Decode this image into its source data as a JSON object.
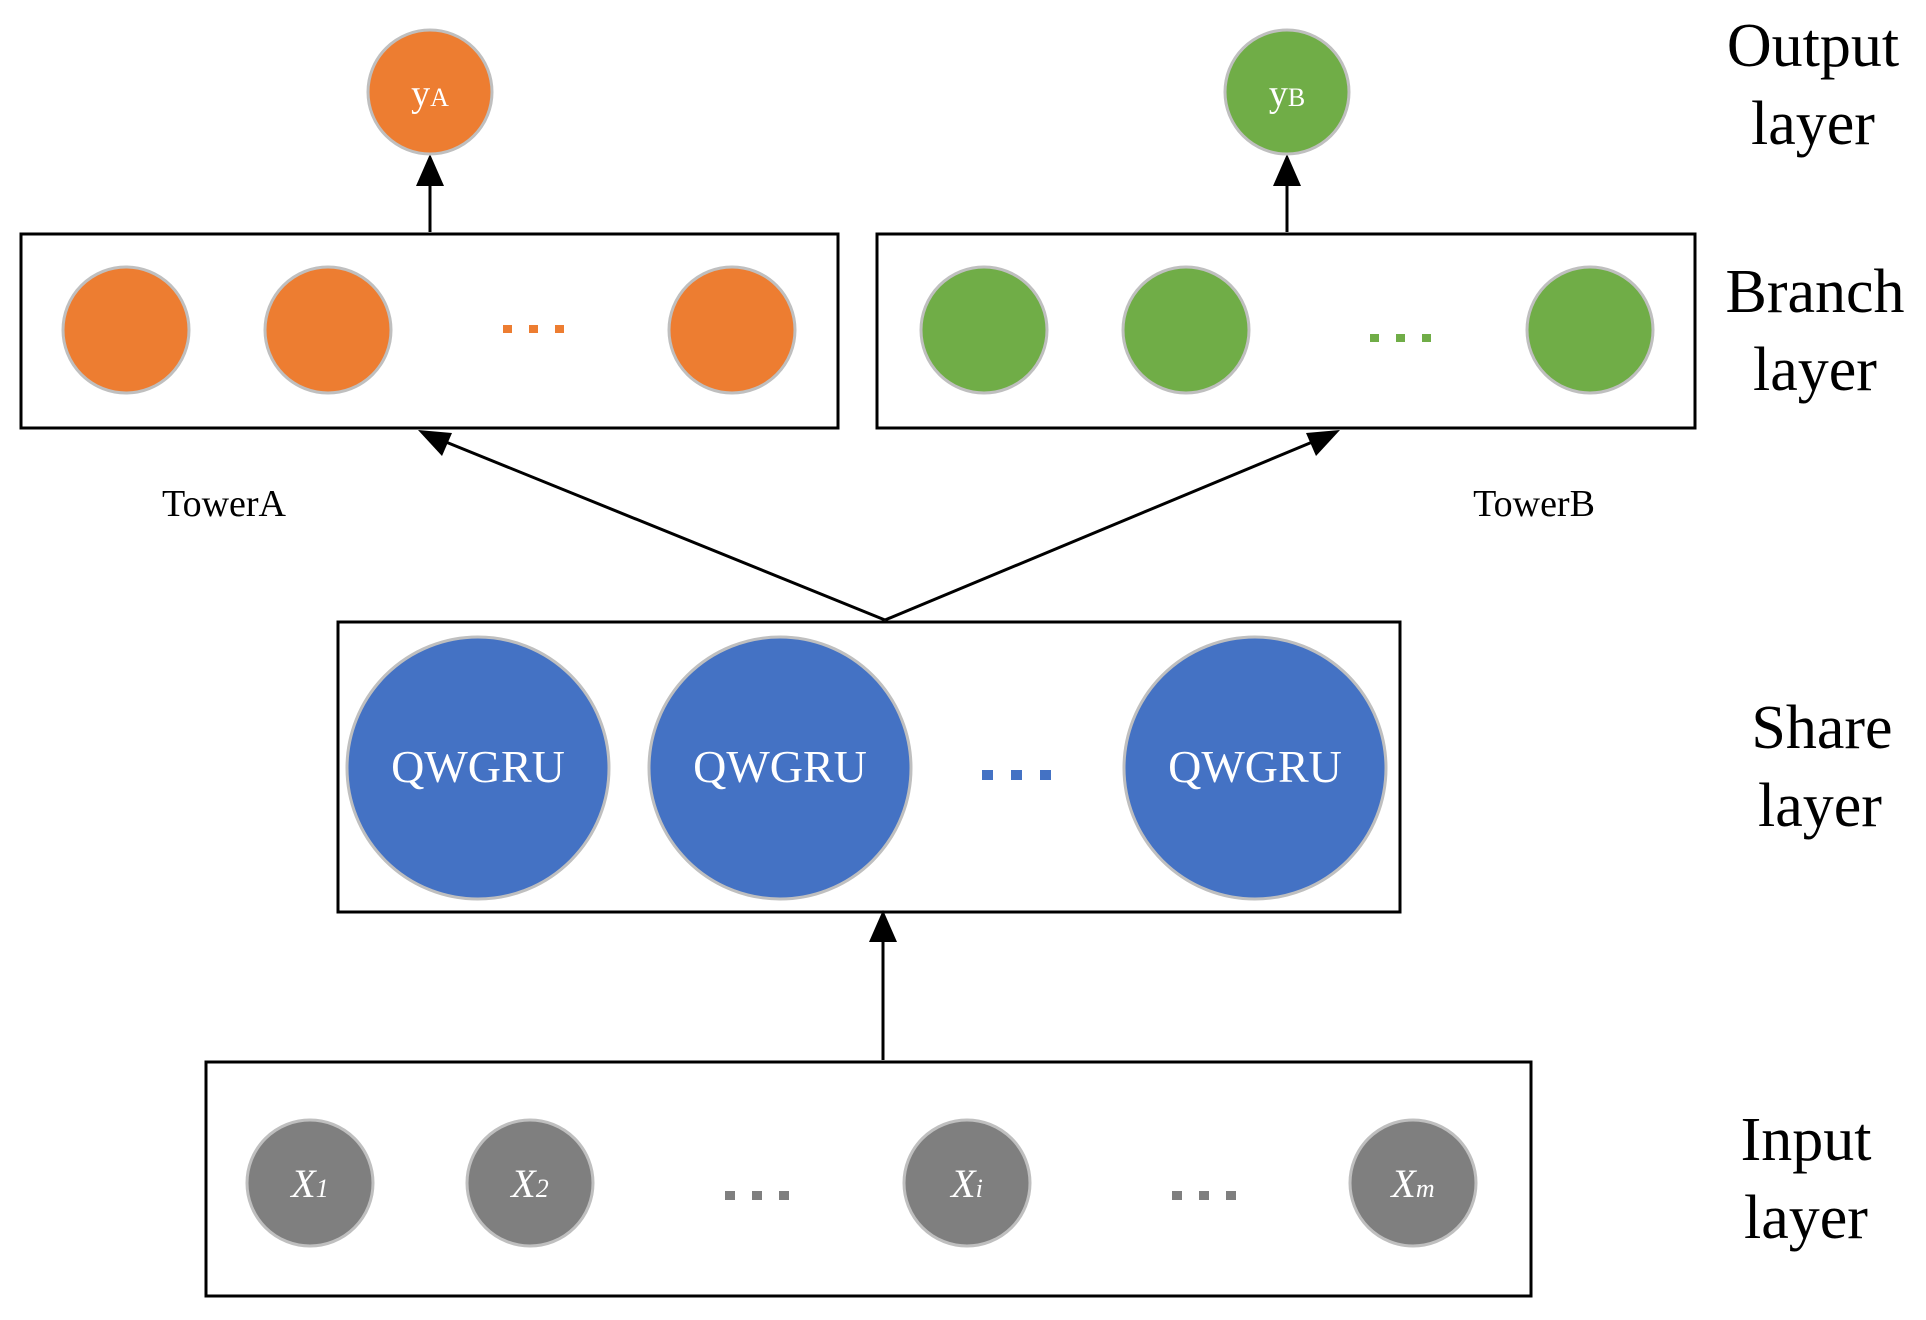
{
  "colors": {
    "orange": "#ED7D31",
    "green": "#70AD47",
    "blue": "#4472C4",
    "gray": "#7F7F7F",
    "node_outline": "#BFBFBF",
    "box_stroke": "#000000",
    "arrow": "#000000"
  },
  "layers": {
    "output": {
      "line1": "Output",
      "line2": "layer"
    },
    "branch": {
      "line1": "Branch",
      "line2": "layer"
    },
    "share": {
      "line1": "Share",
      "line2": "layer"
    },
    "input": {
      "line1": "Input",
      "line2": "layer"
    }
  },
  "towers": {
    "a": {
      "label": "TowerA",
      "output_base": "y",
      "output_sub": "A"
    },
    "b": {
      "label": "TowerB",
      "output_base": "y",
      "output_sub": "B"
    }
  },
  "share_nodes": [
    "QWGRU",
    "QWGRU",
    "QWGRU"
  ],
  "input_nodes": [
    {
      "base": "X",
      "sub": "1"
    },
    {
      "base": "X",
      "sub": "2"
    },
    {
      "base": "X",
      "sub": "i"
    },
    {
      "base": "X",
      "sub": "m"
    }
  ],
  "ellipsis": "..."
}
